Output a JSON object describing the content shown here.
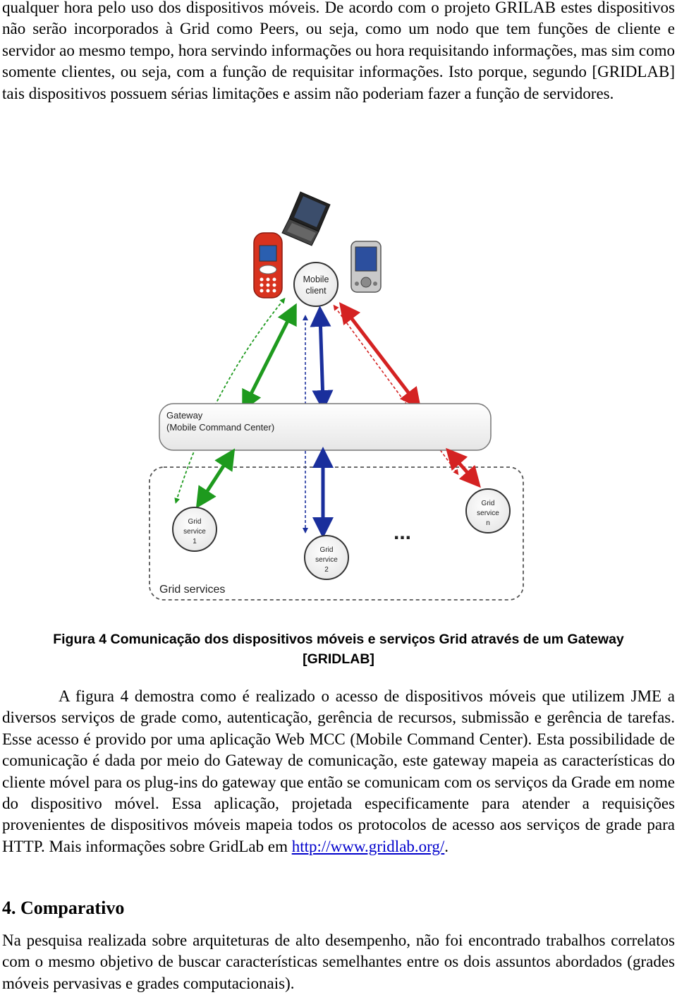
{
  "top_paragraph": "qualquer hora pelo uso dos dispositivos móveis. De acordo com o projeto GRILAB estes dispositivos não serão incorporados à Grid como Peers, ou seja, como um nodo que tem funções de cliente e servidor ao mesmo tempo, hora servindo informações ou hora requisitando informações, mas sim como somente clientes, ou seja, com a função de requisitar informações. Isto porque, segundo [GRIDLAB] tais dispositivos possuem sérias limitações e assim não poderiam fazer a função de servidores.",
  "figure": {
    "mobile_client": [
      "Mobile",
      "client"
    ],
    "gateway": [
      "Gateway",
      "(Mobile Command Center)"
    ],
    "grid_services_label": "Grid services",
    "service_1": [
      "Grid",
      "service",
      "1"
    ],
    "service_2": [
      "Grid",
      "service",
      "2"
    ],
    "service_n": [
      "Grid",
      "service",
      "n"
    ],
    "ellipsis": "...",
    "colors": {
      "green": "#1e9a1e",
      "blue": "#1a2f9c",
      "red": "#d42222"
    }
  },
  "caption": "Figura 4 Comunicação dos dispositivos móveis e serviços Grid através de um Gateway [GRIDLAB]",
  "body_paragraph_text": "A figura 4 demostra como é realizado o acesso de dispositivos móveis que utilizem JME a diversos serviços de grade como, autenticação, gerência de recursos, submissão e gerência de tarefas. Esse acesso é provido por uma aplicação Web MCC (Mobile Command Center). Esta possibilidade de comunicação é dada por meio do Gateway de comunicação, este gateway mapeia as características do cliente móvel para os plug-ins do gateway que então se comunicam com os serviços da Grade em nome do dispositivo móvel. Essa aplicação, projetada especificamente para atender a requisições provenientes de dispositivos móveis mapeia todos os protocolos de acesso aos serviços de grade para HTTP. Mais informações sobre GridLab em",
  "body_link": "http://www.gridlab.org/",
  "body_end": ".",
  "section_heading": "4. Comparativo",
  "final_paragraph": "Na pesquisa realizada sobre arquiteturas de alto desempenho, não foi encontrado trabalhos correlatos com o mesmo objetivo de buscar características semelhantes entre os dois assuntos abordados (grades móveis pervasivas e grades computacionais)."
}
